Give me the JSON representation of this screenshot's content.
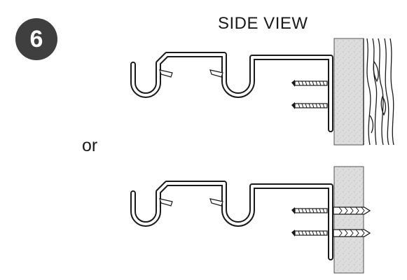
{
  "step": {
    "number": "6"
  },
  "header": {
    "title": "SIDE VIEW"
  },
  "separator": {
    "label": "or"
  },
  "colors": {
    "badge": "#3f3f3f",
    "line": "#1a1a1a",
    "wall": "#dcdcdc"
  },
  "variants": [
    {
      "mount": "wood-wall-screws"
    },
    {
      "mount": "drywall-anchors-screws"
    }
  ]
}
